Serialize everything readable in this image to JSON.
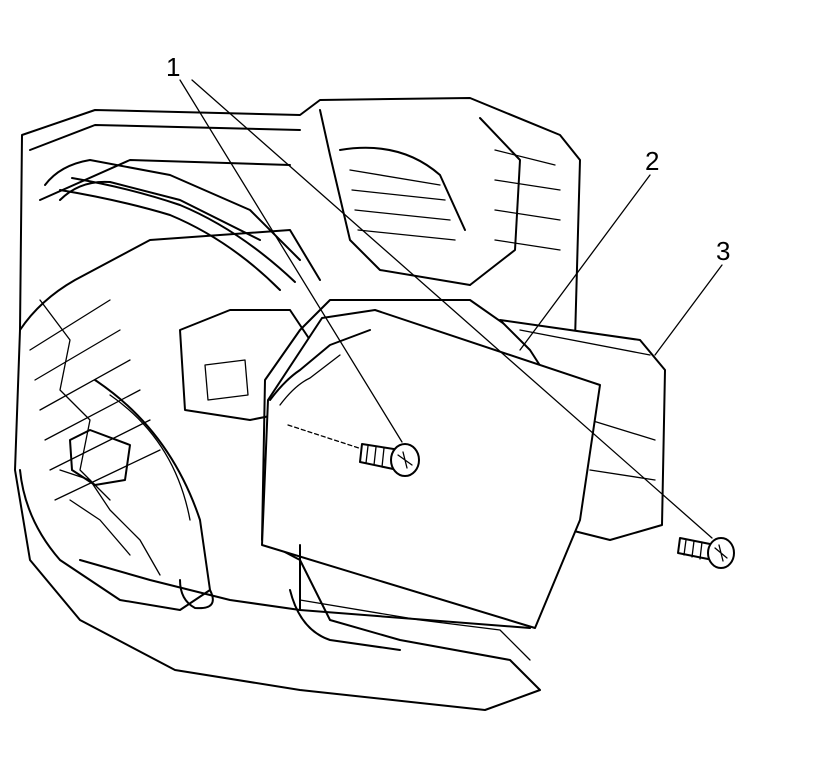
{
  "callouts": [
    {
      "id": "1",
      "text": "1"
    },
    {
      "id": "2",
      "text": "2"
    },
    {
      "id": "3",
      "text": "3"
    }
  ],
  "parts": {
    "screws": "screw-icon",
    "cover": "blower-motor-control-cover-icon",
    "housing": "hvac-module-housing-icon"
  },
  "colors": {
    "ink": "#000000",
    "paper": "#ffffff"
  }
}
